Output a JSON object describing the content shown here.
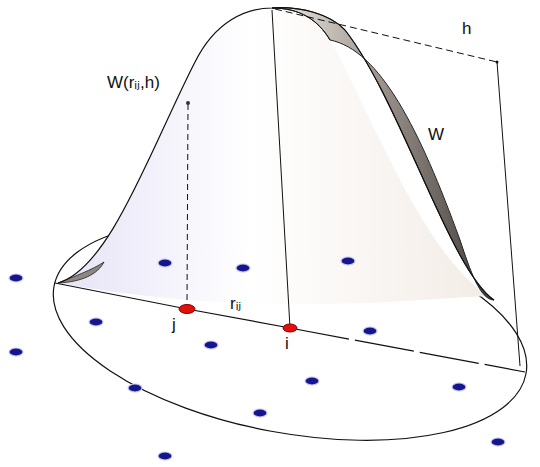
{
  "diagram": {
    "labels": [
      "W(rᵢⱼ,h)",
      "h",
      "W",
      "j",
      "rᵢⱼ",
      "i"
    ]
  }
}
